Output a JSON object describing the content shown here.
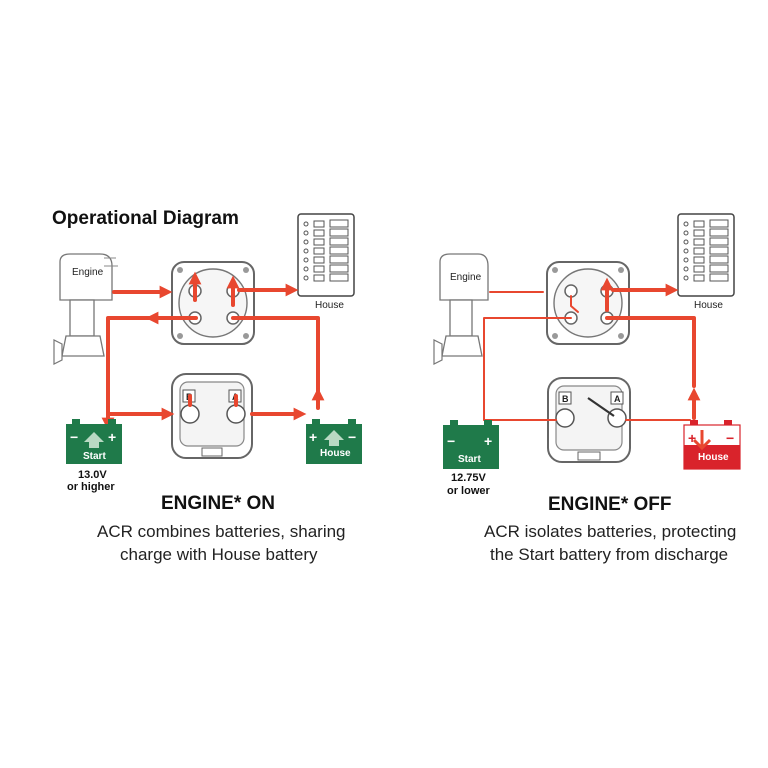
{
  "title": "Operational Diagram",
  "labels": {
    "engine": "Engine",
    "house_panel": "House",
    "start_battery": "Start",
    "house_battery": "House",
    "term_a": "A",
    "term_b": "B",
    "minus": "−",
    "plus": "+"
  },
  "colors": {
    "wire": "#e8472f",
    "battery_green": "#1f7a4a",
    "battery_red": "#d9232b",
    "arrow_green": "#b9d9c3"
  },
  "left_panel": {
    "voltage_line1": "13.0V",
    "voltage_line2": "or higher",
    "heading": "ENGINE* ON",
    "desc_line1": "ACR combines batteries, sharing",
    "desc_line2": "charge with House battery"
  },
  "right_panel": {
    "voltage_line1": "12.75V",
    "voltage_line2": "or lower",
    "heading": "ENGINE* OFF",
    "desc_line1": "ACR isolates batteries, protecting",
    "desc_line2": "the Start battery from discharge"
  }
}
